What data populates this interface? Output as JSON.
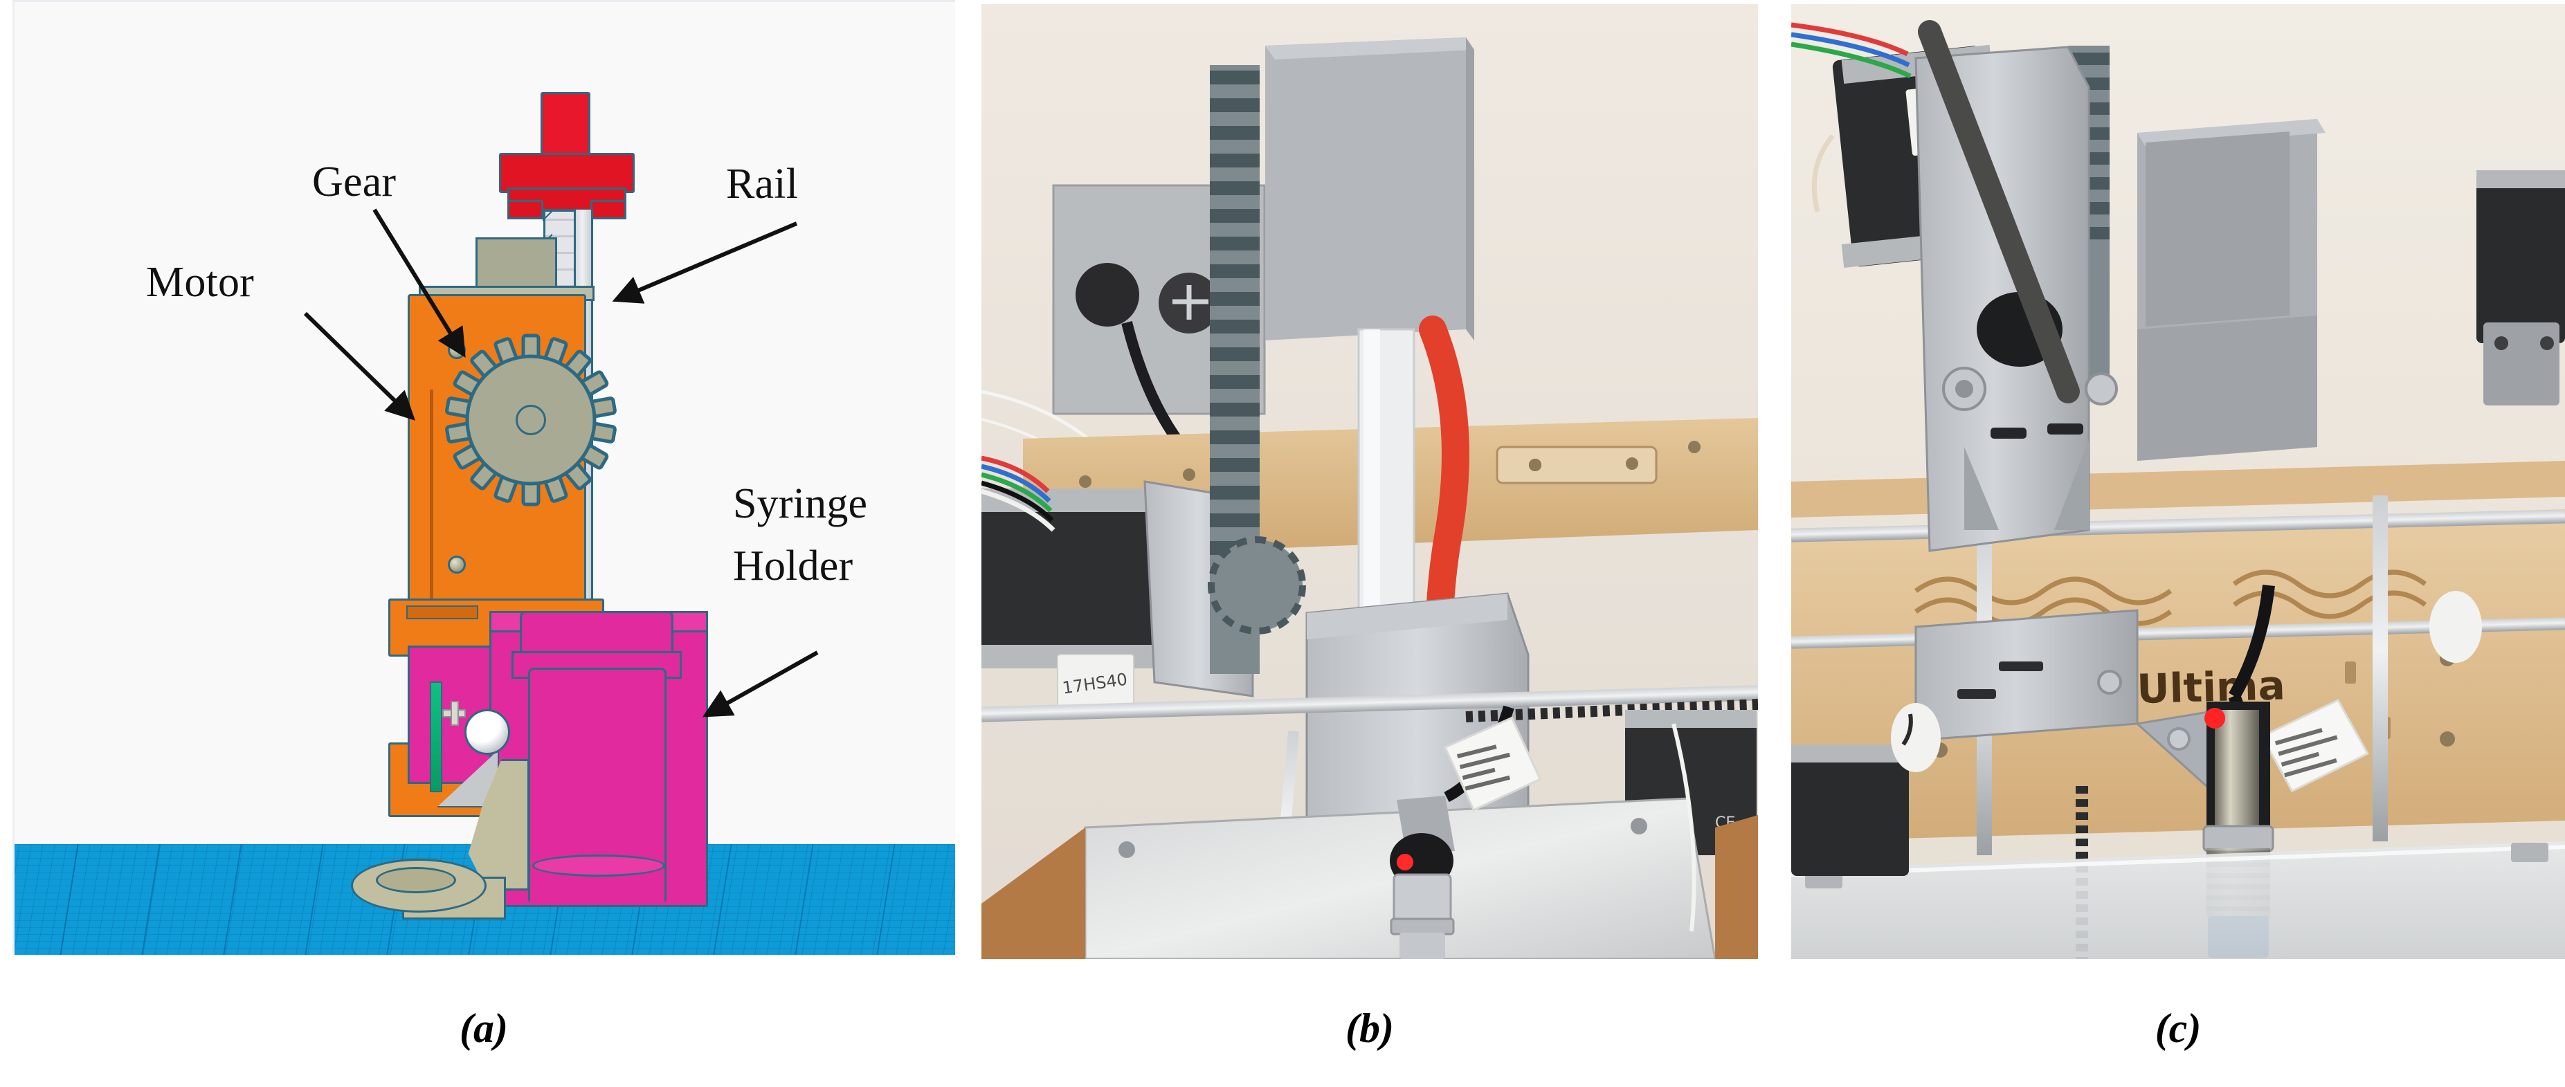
{
  "figure": {
    "type": "three-panel scientific figure",
    "subject": "Syringe extruder attachment for a desktop 3D printer",
    "captions": {
      "a": "(a)",
      "b": "(b)",
      "c": "(c)"
    }
  },
  "panel_a": {
    "kind": "CAD render",
    "description": "Tinkercad-style CAD cross-section of the syringe extruder assembly sitting on a blue workplane",
    "background_color": "#f9f9f9",
    "workplane_color": "#0e9bd8",
    "labels": [
      {
        "id": "gear",
        "text": "Gear"
      },
      {
        "id": "motor",
        "text": "Motor"
      },
      {
        "id": "rail",
        "text": "Rail"
      },
      {
        "id": "syringe",
        "text": "Syringe"
      },
      {
        "id": "holder",
        "text": "Holder"
      }
    ],
    "components": [
      {
        "name": "plunger",
        "color": "#e01423",
        "label": "red syringe plunger head"
      },
      {
        "name": "rail",
        "color": "#e3e5e9",
        "label": "toothed vertical rack rail"
      },
      {
        "name": "motor-housing",
        "color": "#f07c17",
        "label": "orange motor housing"
      },
      {
        "name": "gear",
        "color": "#a9aa93",
        "label": "olive spur gear"
      },
      {
        "name": "syringe-holder",
        "color": "#e02a9d",
        "label": "magenta syringe holder"
      },
      {
        "name": "nozzle",
        "color": "#c2bfa0",
        "label": "khaki nozzle arm and base ring"
      },
      {
        "name": "outline",
        "color": "#2c6a84",
        "label": "teal CAD edge outline"
      }
    ]
  },
  "panel_b": {
    "kind": "photograph",
    "description": "Front view photograph of the 3D printed extruder carriage mounted on an Ultimaker-style wooden-frame printer, showing the stepper motor, toothed rack, grey 3D printed syringe mount, red silicone tubing and the inductive proximity probe above the aluminium build plate",
    "visible_text": []
  },
  "panel_c": {
    "kind": "photograph",
    "description": "Closer side view of the same carriage showing the X-axis smooth rods, timing belt, grey printed bracket, and the threaded inductive proximity sensor with a lit red LED positioned over the glass bed",
    "visible_text": [
      {
        "id": "frame-brand",
        "text": "Ultima"
      }
    ]
  }
}
